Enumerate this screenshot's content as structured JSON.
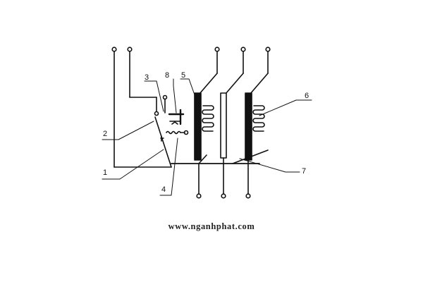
{
  "diagram": {
    "labels": [
      "1",
      "2",
      "3",
      "4",
      "5",
      "6",
      "7",
      "8"
    ]
  },
  "footer": {
    "website": "www.nganhphat.com"
  }
}
